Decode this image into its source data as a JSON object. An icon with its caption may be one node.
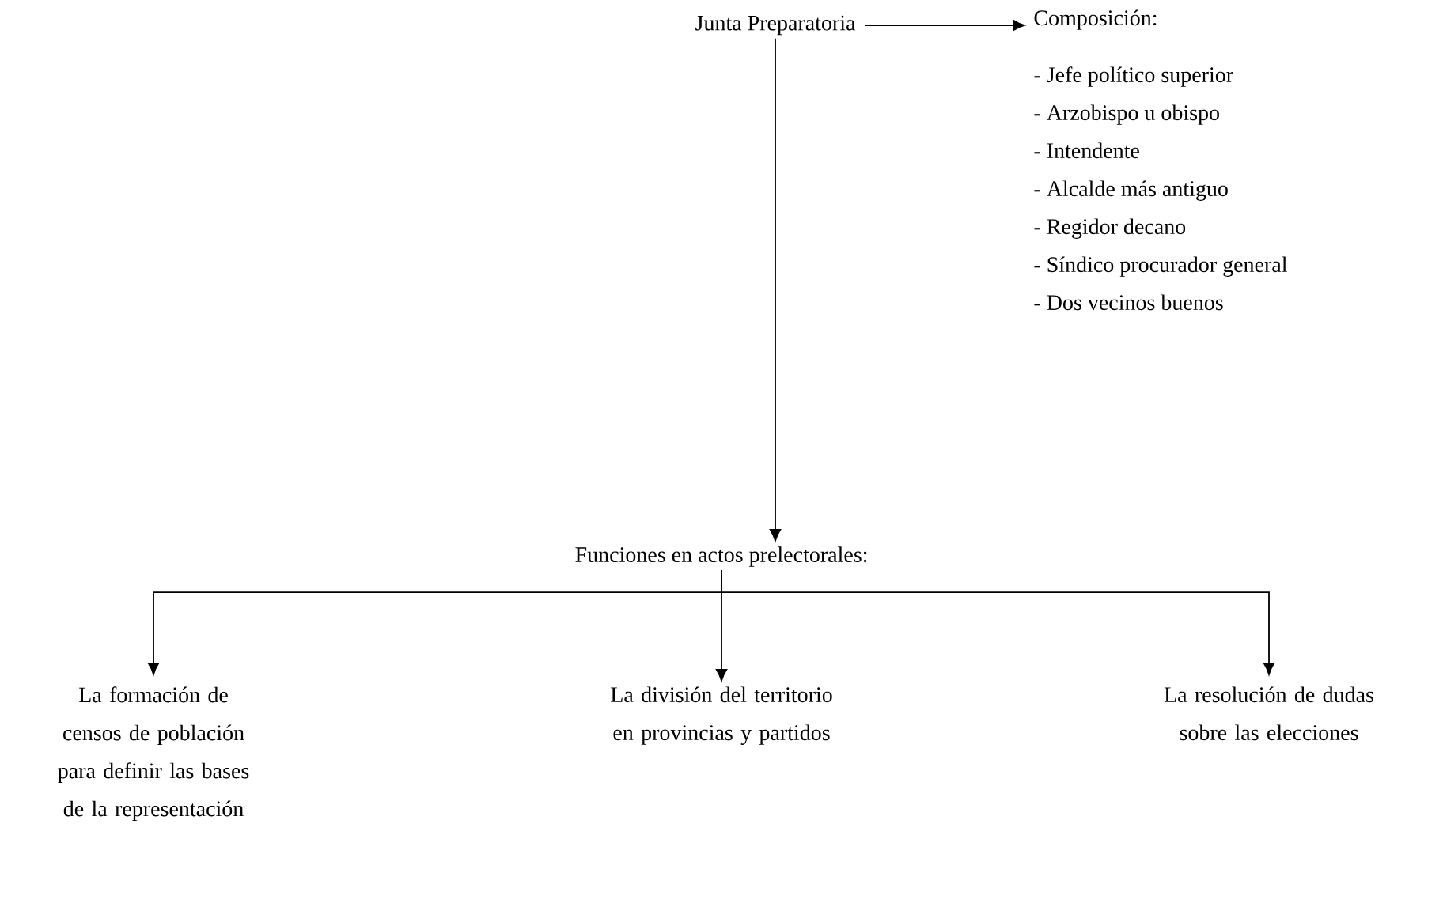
{
  "diagram": {
    "nodes": [
      {
        "text": [
          "Junta Preparatoria"
        ]
      },
      {
        "text": [
          "Composición:",
          "- Jefe político superior",
          "- Arzobispo u obispo",
          "- Intendente",
          "- Alcalde más antiguo",
          "- Regidor decano",
          "- Síndico procurador general",
          "- Dos vecinos buenos"
        ]
      },
      {
        "text": [
          "Funciones en actos prelectorales:"
        ]
      },
      {
        "text": [
          "La formación de censos de población para definir las bases de la representación"
        ]
      },
      {
        "text": [
          "La división del territorio en provincias y partidos"
        ]
      },
      {
        "text": [
          "La resolución de dudas sobre las elecciones"
        ]
      }
    ],
    "edges": [
      {
        "from": 0,
        "to": 1,
        "arrow": "to"
      },
      {
        "from": 0,
        "to": 2,
        "arrow": "to"
      },
      {
        "from": 2,
        "to": 3,
        "arrow": "to"
      },
      {
        "from": 2,
        "to": 4,
        "arrow": "to"
      },
      {
        "from": 2,
        "to": 5,
        "arrow": "to"
      }
    ]
  }
}
